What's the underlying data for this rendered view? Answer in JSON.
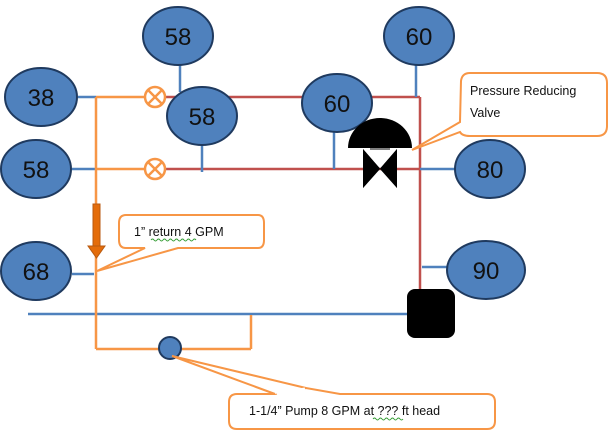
{
  "colors": {
    "node_fill": "#4f81bd",
    "node_stroke": "#1f3a5f",
    "supply_pipe": "#c0504d",
    "branch_pipe": "#4f81bd",
    "return_pipe": "#f79646",
    "arrow_fill": "#e46c0a",
    "valve_fill": "#000000",
    "callout_stroke": "#f79646"
  },
  "nodes": [
    {
      "id": "node-top-left",
      "label": "58"
    },
    {
      "id": "node-top-right",
      "label": "60"
    },
    {
      "id": "node-left-1",
      "label": "38"
    },
    {
      "id": "node-center",
      "label": "58"
    },
    {
      "id": "node-center-right",
      "label": "60"
    },
    {
      "id": "node-left-2",
      "label": "58"
    },
    {
      "id": "node-right-1",
      "label": "80"
    },
    {
      "id": "node-left-3",
      "label": "68"
    },
    {
      "id": "node-right-2",
      "label": "90"
    }
  ],
  "callouts": {
    "prv": {
      "line1": "Pressure Reducing",
      "line2": "Valve"
    },
    "return": {
      "text": "1” return  4 GPM"
    },
    "pump": {
      "text": "1-1/4” Pump 8 GPM at ??? ft head"
    }
  },
  "symbols": {
    "balancing_valve": "circle-x-valve-icon",
    "prv": "pressure-reducing-valve-icon",
    "boiler": "boiler-block-icon",
    "pump": "pump-circle-icon",
    "flow_arrow": "down-arrow-icon"
  }
}
